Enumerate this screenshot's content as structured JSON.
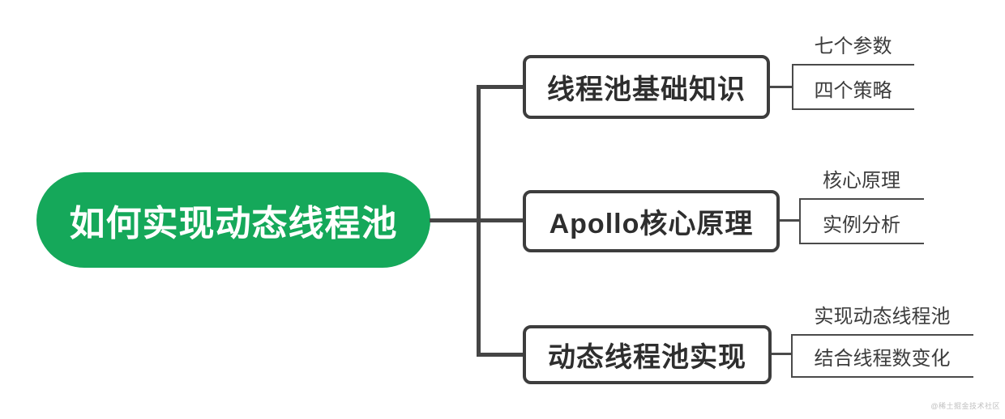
{
  "root": {
    "label": "如何实现动态线程池"
  },
  "branches": [
    {
      "label": "线程池基础知识",
      "children": [
        {
          "label": "七个参数"
        },
        {
          "label": "四个策略"
        }
      ]
    },
    {
      "label": "Apollo核心原理",
      "children": [
        {
          "label": "核心原理"
        },
        {
          "label": "实例分析"
        }
      ]
    },
    {
      "label": "动态线程池实现",
      "children": [
        {
          "label": "实现动态线程池"
        },
        {
          "label": "结合线程数变化"
        }
      ]
    }
  ],
  "watermark": "@稀土掘金技术社区",
  "colors": {
    "root_bg": "#15a85a",
    "root_text": "#ffffff",
    "connector": "#454545",
    "box_border": "#3d3d3d",
    "box_text": "#2e2e2e",
    "leaf_text": "#3c3c3c",
    "watermark": "#c0c0c0"
  }
}
